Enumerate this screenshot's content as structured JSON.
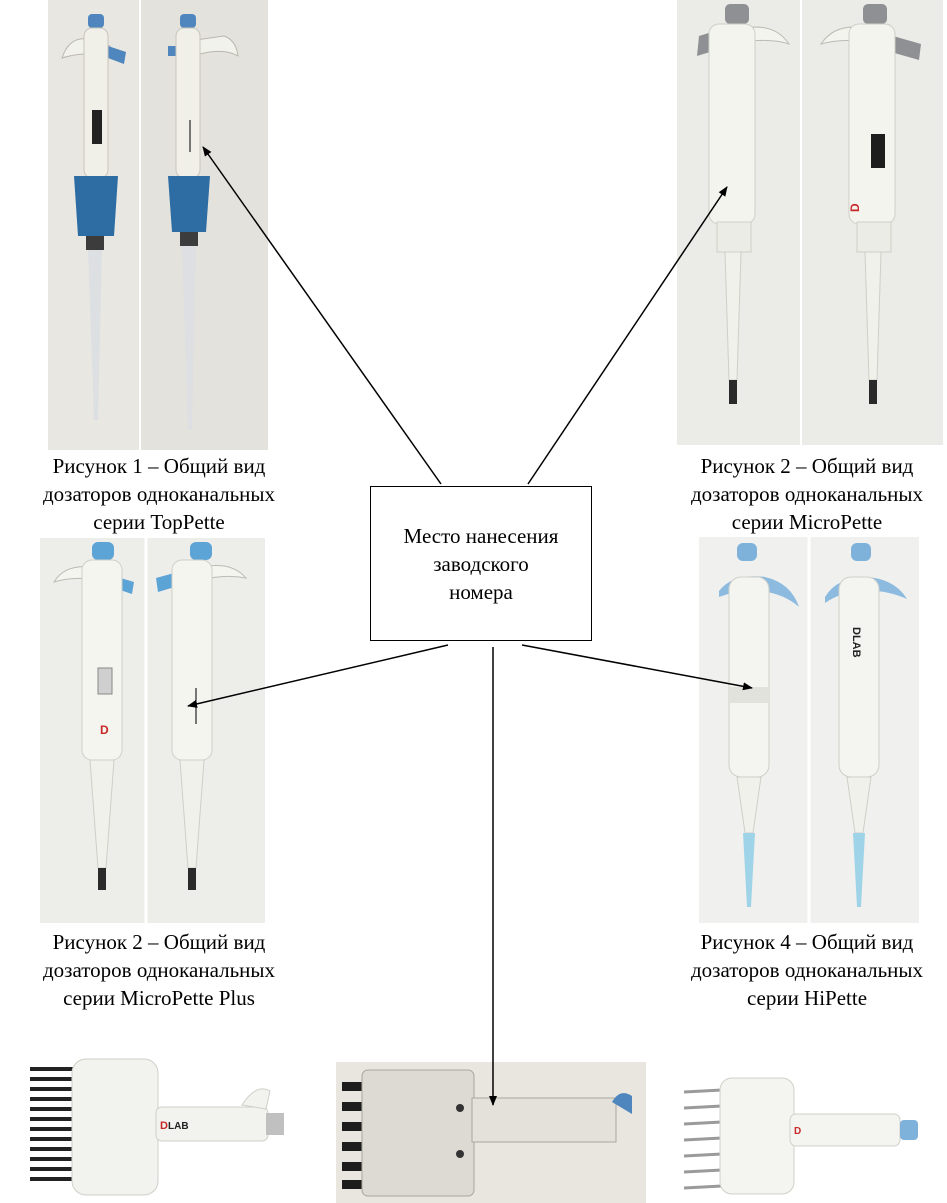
{
  "callout": {
    "lines": [
      "Место нанесения",
      "заводского",
      "номера"
    ]
  },
  "captions": {
    "fig1": [
      "Рисунок 1 – Общий вид",
      "дозаторов одноканальных",
      "серии TopPette"
    ],
    "fig2": [
      "Рисунок 2 – Общий вид",
      "дозаторов одноканальных",
      "серии MicroPette"
    ],
    "fig3": [
      "Рисунок 2 – Общий вид",
      "дозаторов одноканальных",
      "серии MicroPette Plus"
    ],
    "fig4": [
      "Рисунок 4 – Общий вид",
      "дозаторов одноканальных",
      "серии HiPette"
    ]
  },
  "labels": {
    "brand": "DLAB"
  },
  "colors": {
    "toppette_accent": "#2e6da4",
    "micropette_accent": "#8e9093",
    "plus_accent": "#5da4d6",
    "hipette_accent": "#7eb2da",
    "body": "#eeeee4"
  }
}
